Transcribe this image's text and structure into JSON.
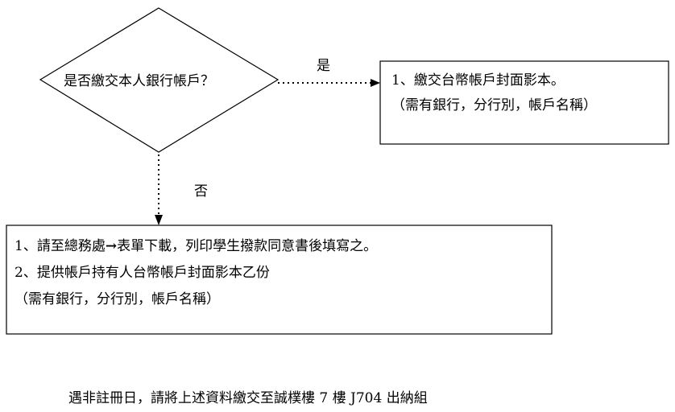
{
  "decision": {
    "question": "是否繳交本人銀行帳戶？",
    "yes_label": "是",
    "no_label": "否"
  },
  "yes_box": {
    "line1": "1、繳交台幣帳戶封面影本。",
    "line2": "（需有銀行，分行別，帳戶名稱）"
  },
  "no_box": {
    "line1_prefix": "1、請至總務處",
    "line1_arrow": "→",
    "line1_suffix": "表單下載，列印學生撥款同意書後填寫之。",
    "line2": "2、提供帳戶持有人台幣帳戶封面影本乙份",
    "line3": "（需有銀行，分行別，帳戶名稱）"
  },
  "footer": {
    "note": "遇非註冊日，請將上述資料繳交至誠樸樓 7 樓 J704 出納組"
  },
  "colors": {
    "line": "#000000",
    "background": "#ffffff"
  }
}
